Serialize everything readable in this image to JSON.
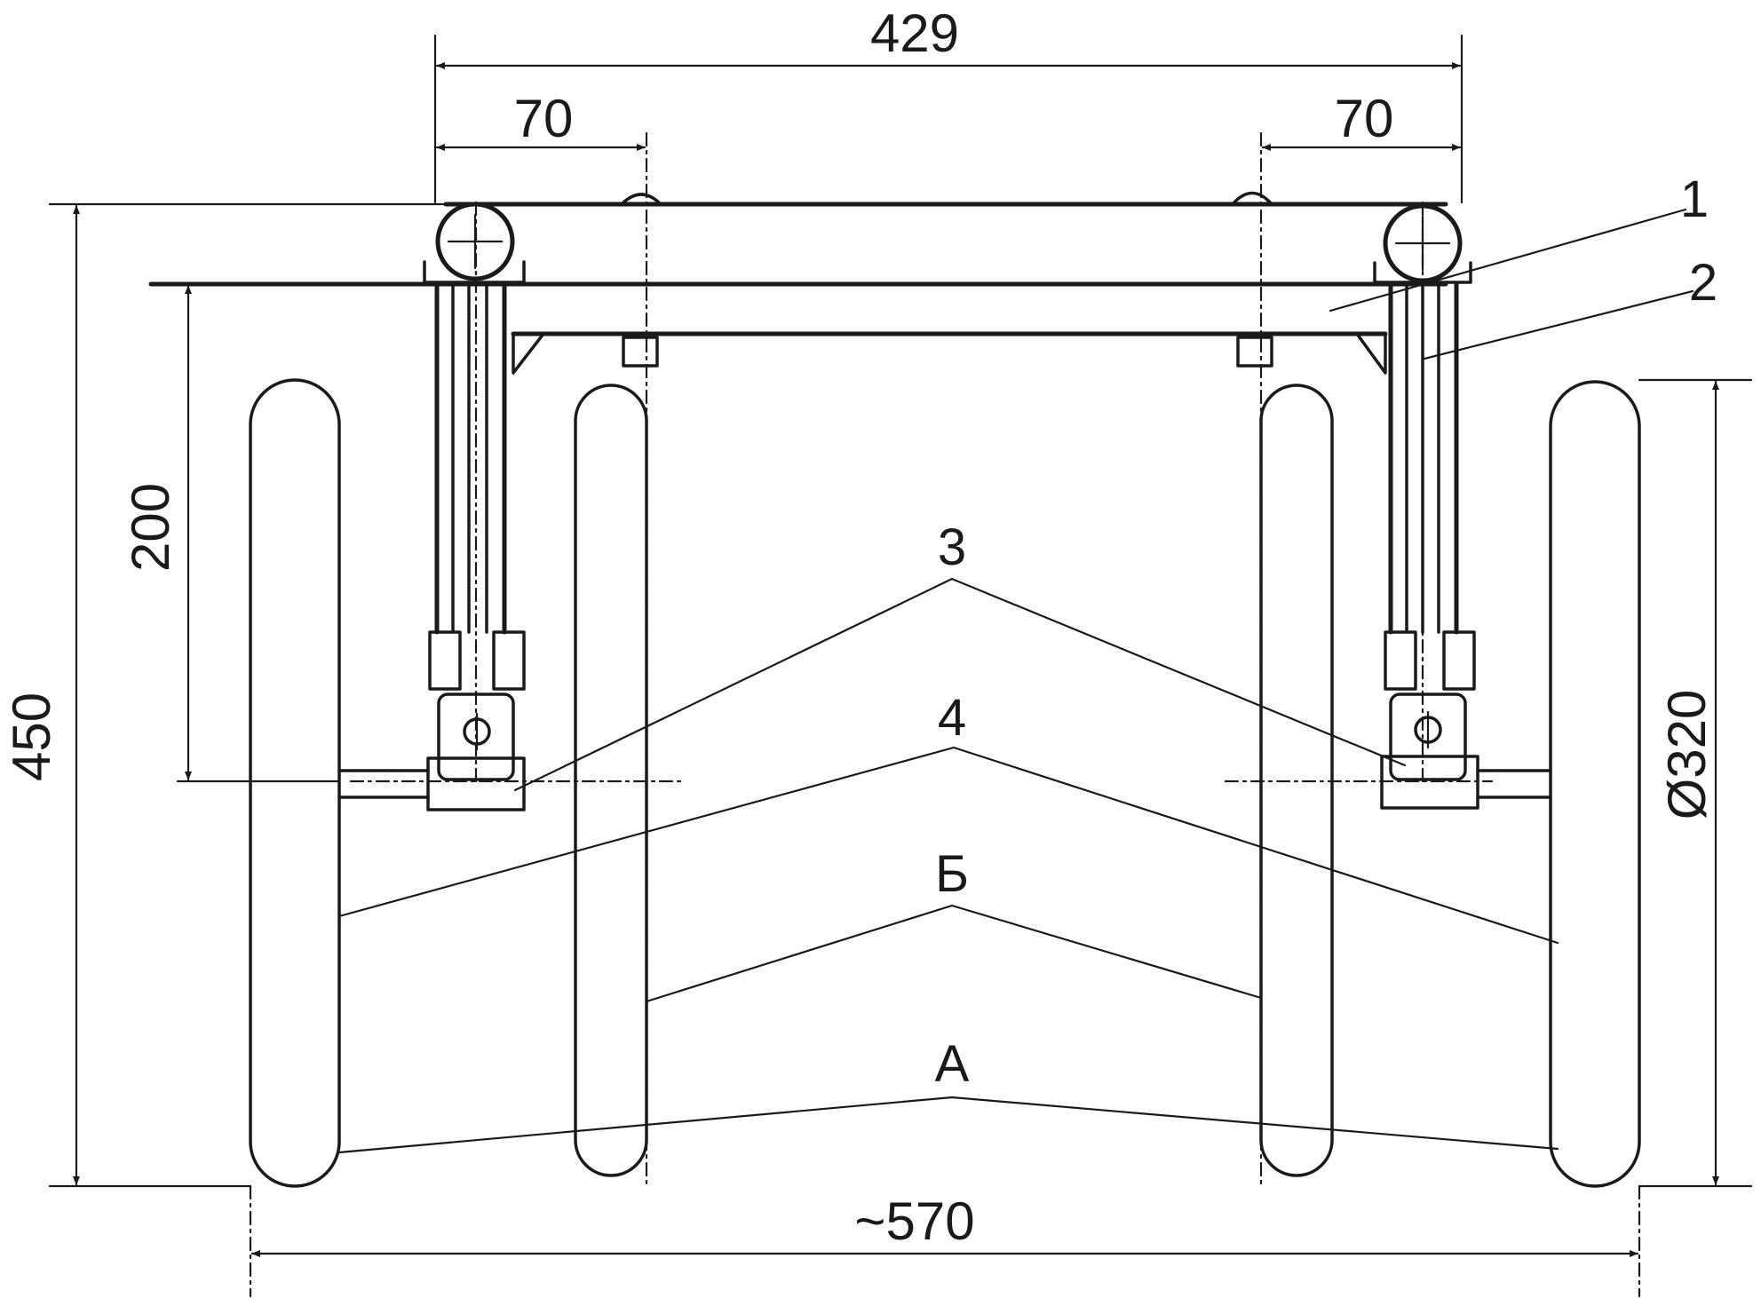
{
  "dimensions": {
    "total_width": "429",
    "offset_left": "70",
    "offset_right": "70",
    "height_200": "200",
    "height_450": "450",
    "wheel_diameter": "Ø320",
    "track_width": "~570"
  },
  "callouts": [
    "1",
    "2",
    "3",
    "4",
    "Б",
    "А"
  ],
  "colors": {
    "ink": "#1a1a1a",
    "paper": "#ffffff",
    "tire": "#8c8c8c"
  }
}
